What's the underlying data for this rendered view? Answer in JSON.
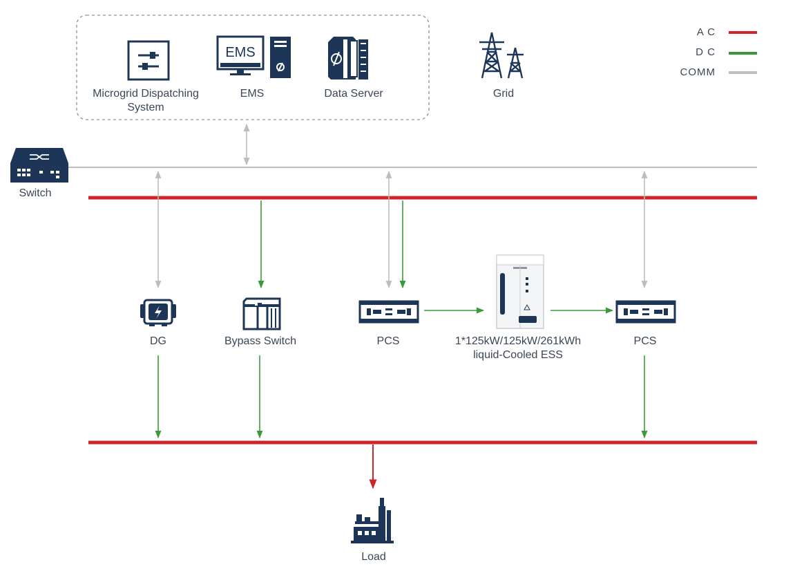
{
  "legend": {
    "ac": {
      "label": "A C",
      "color": "#d0232a"
    },
    "dc": {
      "label": "D C",
      "color": "#3a9a3a"
    },
    "comm": {
      "label": "COMM",
      "color": "#bdbdbd"
    }
  },
  "icon_color": "#1d3557",
  "nodes": {
    "microgrid": {
      "label_line1": "Microgrid Dispatching",
      "label_line2": "System",
      "icon": "sliders-icon"
    },
    "ems": {
      "label": "EMS",
      "screen_text": "EMS",
      "icon": "computer-icon"
    },
    "data_server": {
      "label": "Data Server",
      "icon": "server-rack-icon"
    },
    "grid": {
      "label": "Grid",
      "icon": "power-tower-icon"
    },
    "switch": {
      "label": "Switch",
      "icon": "network-switch-icon"
    },
    "dg": {
      "label": "DG",
      "icon": "generator-icon"
    },
    "bypass": {
      "label": "Bypass Switch",
      "icon": "cabinet-icon"
    },
    "pcs1": {
      "label": "PCS",
      "icon": "pcs-icon"
    },
    "ess": {
      "label_line1": "1*125kW/125kW/261kWh",
      "label_line2": "liquid-Cooled ESS",
      "icon": "ess-cabinet-icon"
    },
    "pcs2": {
      "label": "PCS",
      "icon": "pcs-icon"
    },
    "load": {
      "label": "Load",
      "icon": "factory-icon"
    }
  }
}
